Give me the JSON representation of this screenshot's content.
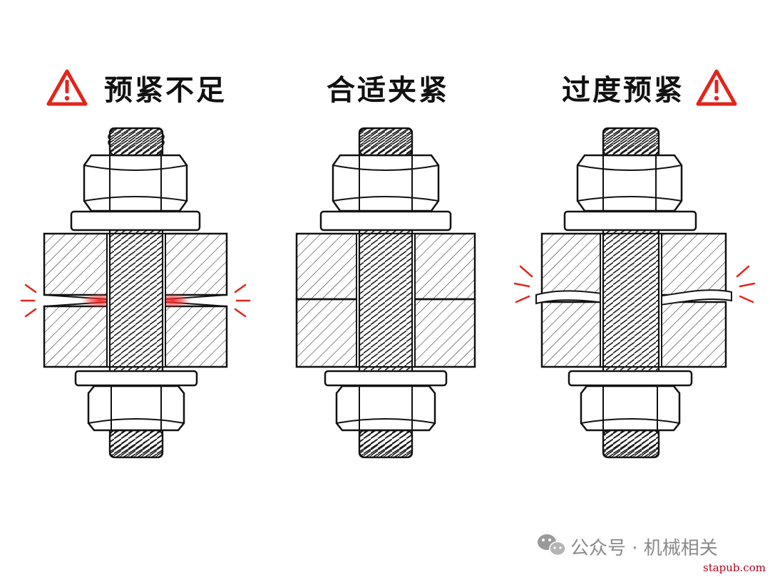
{
  "titles": {
    "under": "预紧不足",
    "proper": "合适夹紧",
    "over": "过度预紧"
  },
  "icons": {
    "under_left": "warning-triangle-icon",
    "over_right": "warning-triangle-icon",
    "watermark": "wechat-icon"
  },
  "watermark": {
    "text": "公众号 · 机械相关"
  },
  "site": {
    "text": "stapub.com"
  },
  "colors": {
    "warning_red": "#e0261c",
    "glow_red": "#ff2a2a",
    "ink": "#111111",
    "hatch": "#222222",
    "watermark_gray": "#8a8a8a",
    "site_red": "#b0001a"
  }
}
